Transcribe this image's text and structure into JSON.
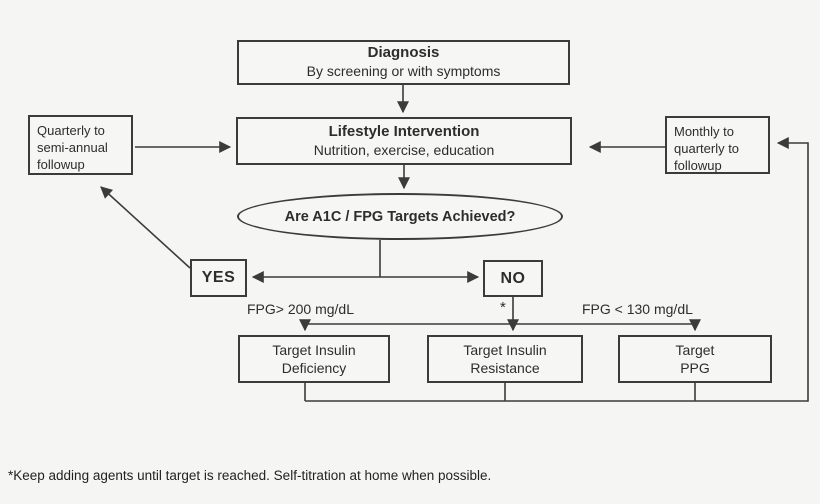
{
  "diagram": {
    "nodes": {
      "diagnosis": {
        "title": "Diagnosis",
        "subtitle": "By screening or with symptoms"
      },
      "lifestyle": {
        "title": "Lifestyle Intervention",
        "subtitle": "Nutrition, exercise, education"
      },
      "decision": {
        "label": "Are A1C / FPG Targets Achieved?"
      },
      "yes": {
        "label": "YES"
      },
      "no": {
        "label": "NO"
      },
      "quarterly_followup": {
        "lines": [
          "Quarterly to",
          "semi-annual",
          "followup"
        ]
      },
      "monthly_followup": {
        "lines": [
          "Monthly to",
          "quarterly to",
          "followup"
        ]
      },
      "target_insulin_deficiency": {
        "lines": [
          "Target Insulin",
          "Deficiency"
        ]
      },
      "target_insulin_resistance": {
        "lines": [
          "Target Insulin",
          "Resistance"
        ]
      },
      "target_ppg": {
        "lines": [
          "Target",
          "PPG"
        ]
      }
    },
    "edge_labels": {
      "fpg_high": "FPG> 200 mg/dL",
      "fpg_low": "FPG < 130 mg/dL",
      "asterisk": "*"
    },
    "footnote": "*Keep adding agents until target is reached. Self-titration at home when possible.",
    "colors": {
      "background": "#f5f5f3",
      "line": "#3b3b3b",
      "box_fill": "#f6f6f4",
      "text": "#2d2d2d"
    }
  }
}
